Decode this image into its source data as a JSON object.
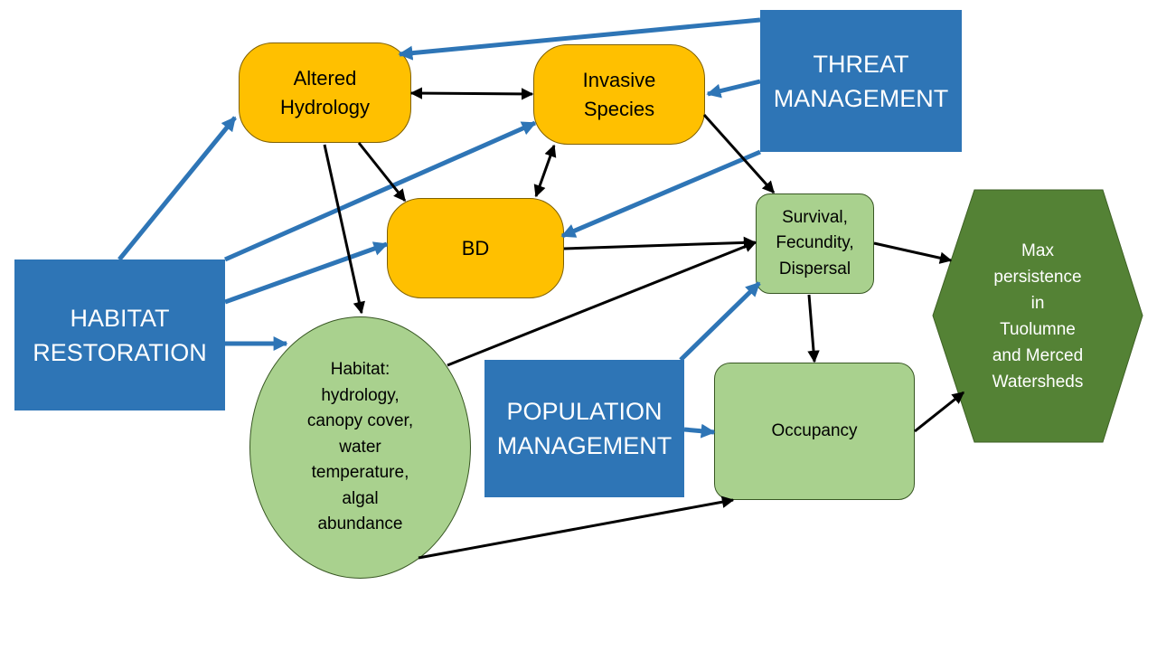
{
  "nodes": {
    "altered_hydrology": [
      "Altered",
      "Hydrology"
    ],
    "invasive_species": [
      "Invasive",
      "Species"
    ],
    "threat_management": [
      "THREAT",
      "MANAGEMENT"
    ],
    "bd": [
      "BD"
    ],
    "survival": [
      "Survival,",
      "Fecundity,",
      "Dispersal"
    ],
    "max_persistence": [
      "Max",
      "persistence",
      "in",
      "Tuolumne",
      "and Merced",
      "Watersheds"
    ],
    "habitat_restoration": [
      "HABITAT",
      "RESTORATION"
    ],
    "habitat": [
      "Habitat:",
      "hydrology,",
      "canopy cover,",
      "water",
      "temperature,",
      "algal",
      "abundance"
    ],
    "population_management": [
      "POPULATION",
      "MANAGEMENT"
    ],
    "occupancy": [
      "Occupancy"
    ]
  },
  "colors": {
    "management": "#2e75b6",
    "driver": "#ffc000",
    "response": "#a9d18e",
    "outcome": "#548235",
    "management_arrow": "#2e75b6",
    "causal_arrow": "#000000"
  }
}
